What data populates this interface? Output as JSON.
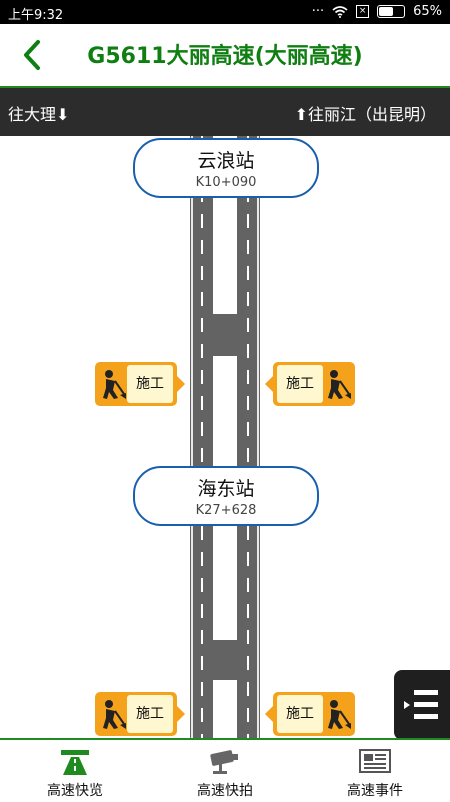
{
  "status_bar": {
    "time": "上午9:32",
    "battery_text": "65%",
    "battery_level": 0.65
  },
  "header": {
    "title": "G5611大丽高速(大丽高速)"
  },
  "direction_bar": {
    "left": "往大理⬇",
    "right": "⬆往丽江（出昆明）"
  },
  "stations": [
    {
      "name": "云浪站",
      "km": "K10+090"
    },
    {
      "name": "海东站",
      "km": "K27+628"
    }
  ],
  "work_label": "施工",
  "bottom_nav": [
    {
      "label": "高速快览",
      "icon": "highway-icon"
    },
    {
      "label": "高速快拍",
      "icon": "camera-icon"
    },
    {
      "label": "高速事件",
      "icon": "newspaper-icon"
    }
  ],
  "colors": {
    "accent_green": "#0f7f12",
    "station_border": "#1a5fae",
    "work_orange": "#f4a21c",
    "road_gray": "#636363"
  }
}
